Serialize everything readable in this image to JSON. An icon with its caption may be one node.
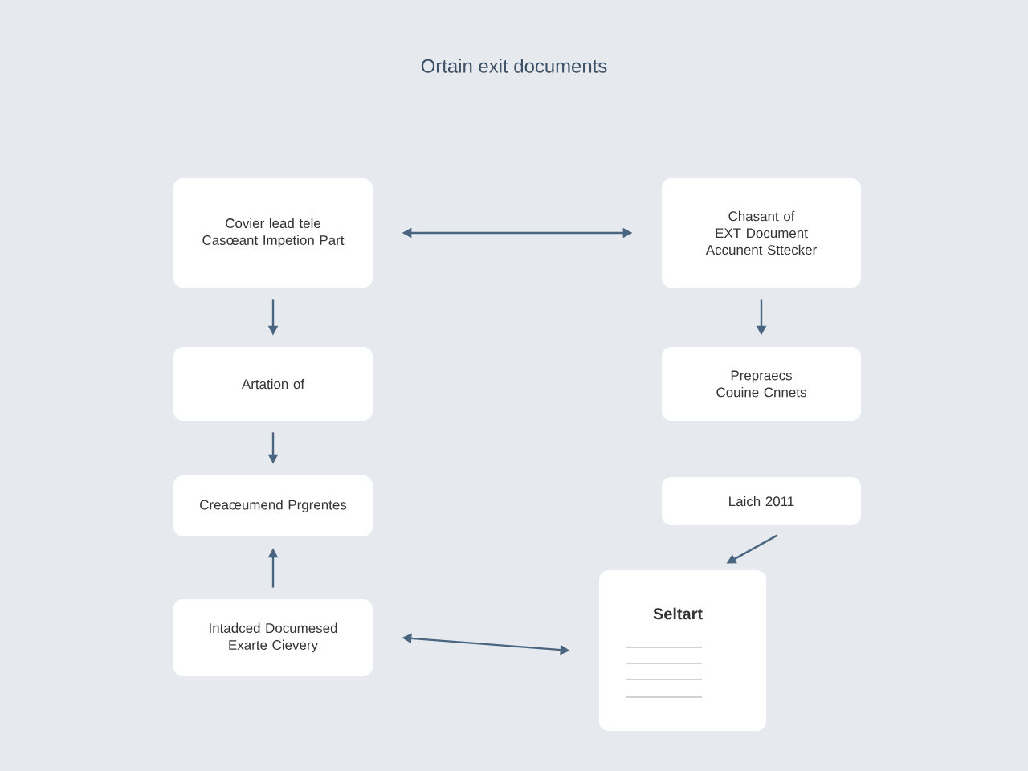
{
  "diagram": {
    "title": "Ortain exit documents",
    "nodes": [
      {
        "text": [
          "Covier lead tele Casœant Impetion Part"
        ]
      },
      {
        "text": [
          "Chasant of EXT Document Accunent Sttecker"
        ]
      },
      {
        "text": [
          "Artation of"
        ]
      },
      {
        "text": [
          "Prepraecs Couine Cnnets"
        ]
      },
      {
        "text": [
          "Creaœumend Prgrentes"
        ]
      },
      {
        "text": [
          "Laich 2011"
        ]
      },
      {
        "text": [
          "Intadced Documesed Exarte Cievery"
        ]
      },
      {
        "text": [
          "Seltart"
        ]
      }
    ],
    "edges": [
      {
        "from": 0,
        "to": 1,
        "arrow": "both"
      },
      {
        "from": 0,
        "to": 2,
        "arrow": "to"
      },
      {
        "from": 1,
        "to": 3,
        "arrow": "to"
      },
      {
        "from": 2,
        "to": 4,
        "arrow": "to"
      },
      {
        "from": 6,
        "to": 4,
        "arrow": "to"
      },
      {
        "from": 5,
        "to": 7,
        "arrow": "to"
      },
      {
        "from": 6,
        "to": 7,
        "arrow": "both"
      }
    ]
  }
}
